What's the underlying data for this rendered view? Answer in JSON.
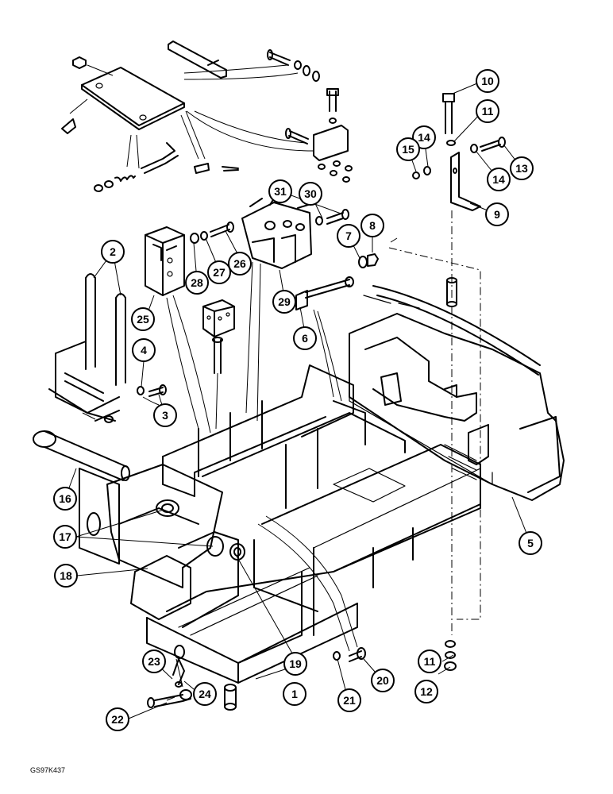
{
  "drawing_ref": "GS97K437",
  "callouts": [
    "1",
    "2",
    "3",
    "4",
    "5",
    "6",
    "7",
    "8",
    "9",
    "10",
    "11",
    "12",
    "13",
    "14",
    "15",
    "16",
    "17",
    "18",
    "19",
    "20",
    "21",
    "22",
    "23",
    "24",
    "25",
    "26",
    "27",
    "28",
    "29",
    "30",
    "31"
  ]
}
